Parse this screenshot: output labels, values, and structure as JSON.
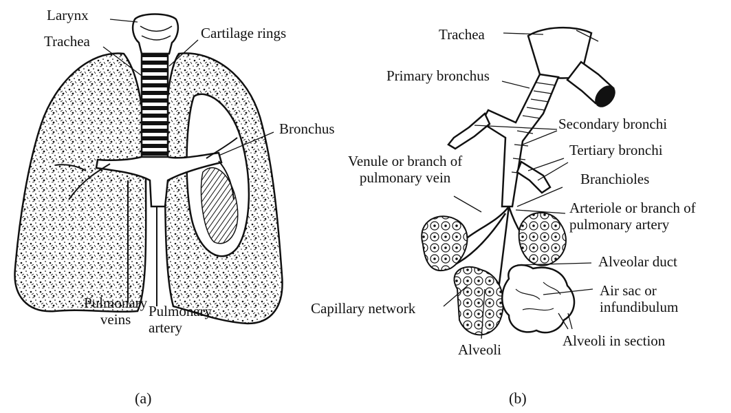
{
  "panel_a": {
    "caption": "(a)",
    "labels": {
      "larynx": "Larynx",
      "trachea": "Trachea",
      "cartilage_rings": "Cartilage rings",
      "bronchus": "Bronchus",
      "pulmonary_veins": "Pulmonary\nveins",
      "pulmonary_artery": "Pulmonary\nartery"
    }
  },
  "panel_b": {
    "caption": "(b)",
    "labels": {
      "trachea": "Trachea",
      "primary_bronchus": "Primary bronchus",
      "secondary_bronchi": "Secondary bronchi",
      "tertiary_bronchi": "Tertiary bronchi",
      "venule": "Venule or branch of\npulmonary vein",
      "branchioles": "Branchioles",
      "arteriole": "Arteriole or branch of\npulmonary artery",
      "alveolar_duct": "Alveolar duct",
      "air_sac": "Air sac or\ninfundibulum",
      "capillary_network": "Capillary network",
      "alveoli_in_section": "Alveoli in section",
      "alveoli": "Alveoli"
    }
  }
}
